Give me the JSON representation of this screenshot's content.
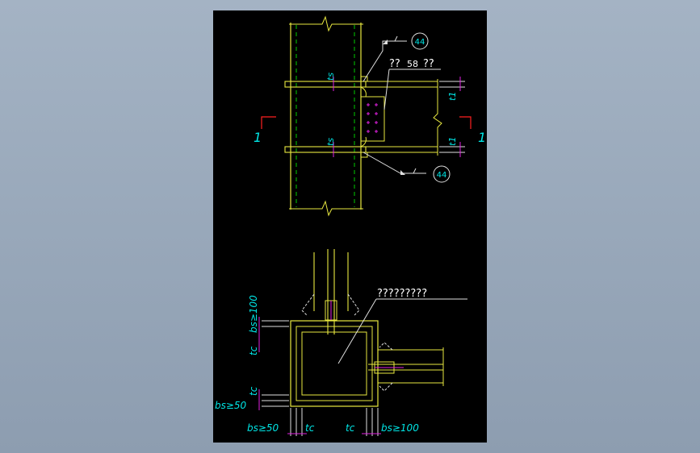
{
  "canvas": {
    "background": "#000000"
  },
  "colors": {
    "steel": "#e8e840",
    "dash": "#00cc00",
    "dim": "#00e5e5",
    "text": "#ffffff",
    "bolt": "#e020e0",
    "section_mark": "#ff2020",
    "weld": "#e0e0e0"
  },
  "elevation": {
    "section_left": "1",
    "section_right": "1",
    "weld_symbol_top": "44",
    "weld_symbol_bottom": "44",
    "plate_callout_prefix": "??",
    "plate_callout_number": "58",
    "plate_callout_suffix": "??",
    "dim_ts_top": "ts",
    "dim_ts_bottom": "ts",
    "dim_t1_top": "t1",
    "dim_t1_bottom": "t1"
  },
  "plan": {
    "column_callout": "?????????",
    "label_bs_top_left": "bs≥100",
    "label_tc_left": "tc",
    "label_tc_left2": "tc",
    "label_bs_left": "bs≥50",
    "label_bs_bottom_left": "bs≥50",
    "label_tc_bottom1": "tc",
    "label_tc_bottom2": "tc",
    "label_bs_bottom_right": "bs≥100"
  }
}
